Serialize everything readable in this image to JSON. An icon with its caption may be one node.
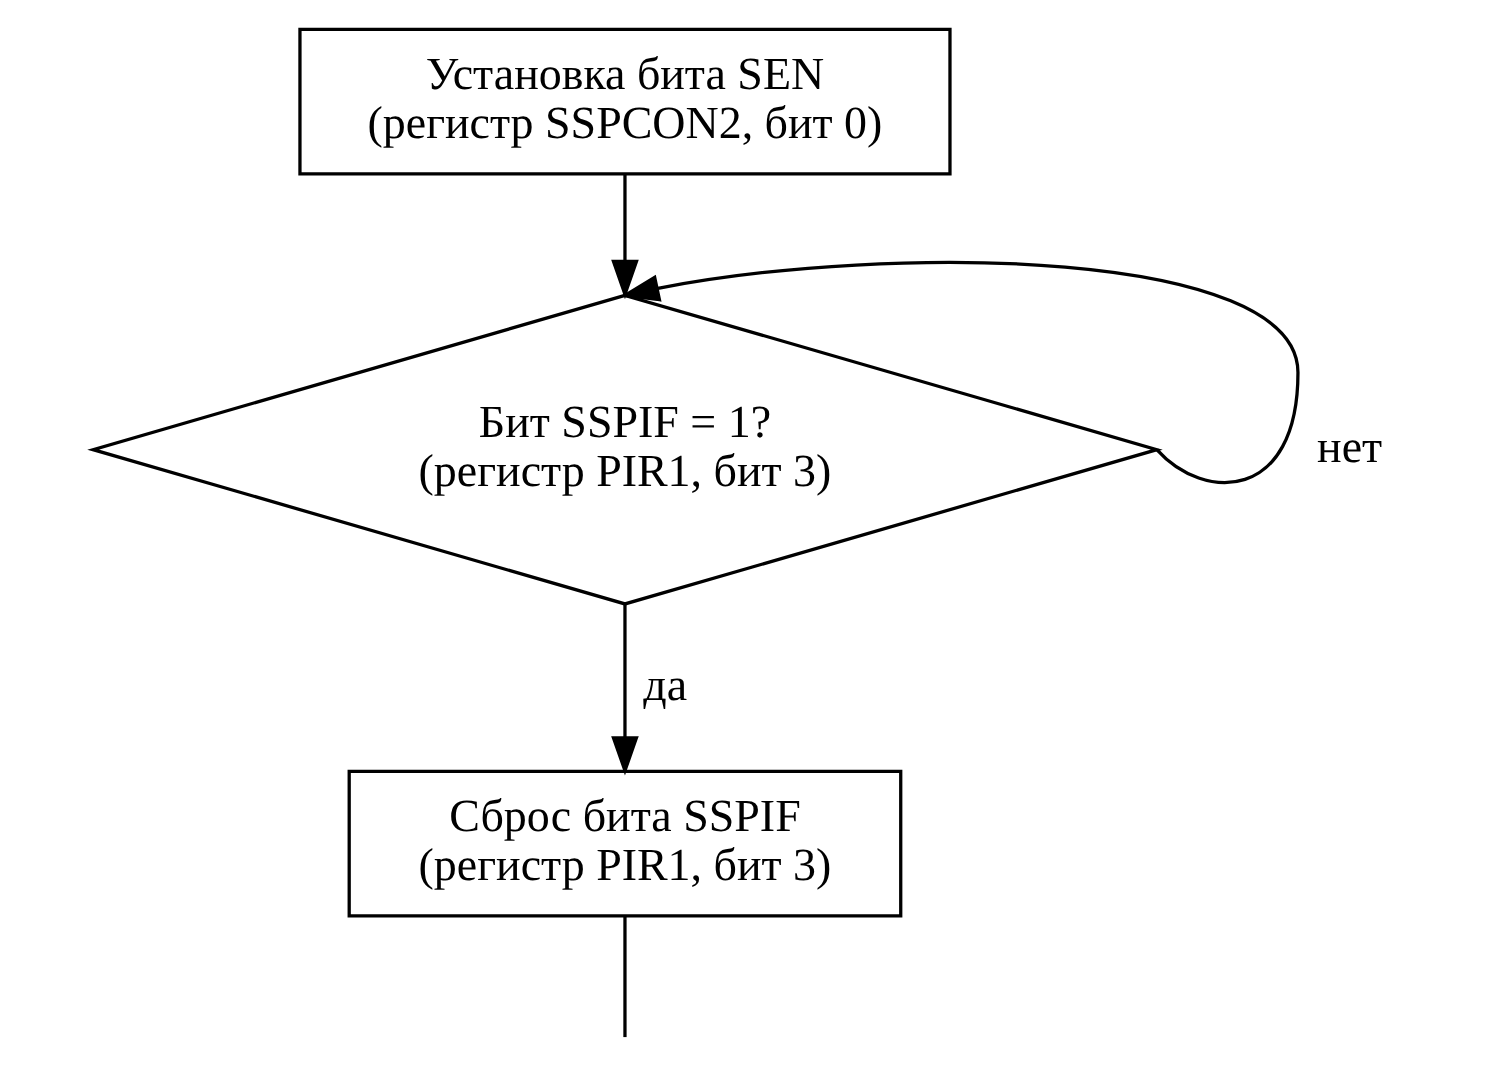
{
  "diagram": {
    "nodes": [
      {
        "text": [
          "Установка бита SEN",
          "(регистр SSPCON2, бит 0)"
        ]
      },
      {
        "text": [
          "Бит SSPIF = 1?",
          "(регистр PIR1, бит 3)"
        ]
      },
      {
        "text": [
          "Сброс бита SSPIF",
          "(регистр PIR1, бит 3)"
        ]
      }
    ],
    "edges": [
      {
        "from": 0,
        "to": 1,
        "arrow": "to"
      },
      {
        "from": 1,
        "to": 1,
        "arrow": "to",
        "label": "нет"
      },
      {
        "from": 1,
        "to": 2,
        "arrow": "to",
        "label": "да"
      },
      {
        "from": 2,
        "to": null,
        "arrow": "none"
      }
    ]
  }
}
